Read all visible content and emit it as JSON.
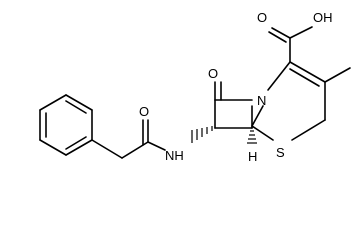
{
  "molecule": {
    "labels": {
      "carboxyl_oh": "OH",
      "carboxyl_o": "O",
      "lactam_o": "O",
      "ring_n": "N",
      "amide_nh": "NH",
      "amide_o": "O",
      "thio_s": "S",
      "stereo_h": "H"
    }
  }
}
